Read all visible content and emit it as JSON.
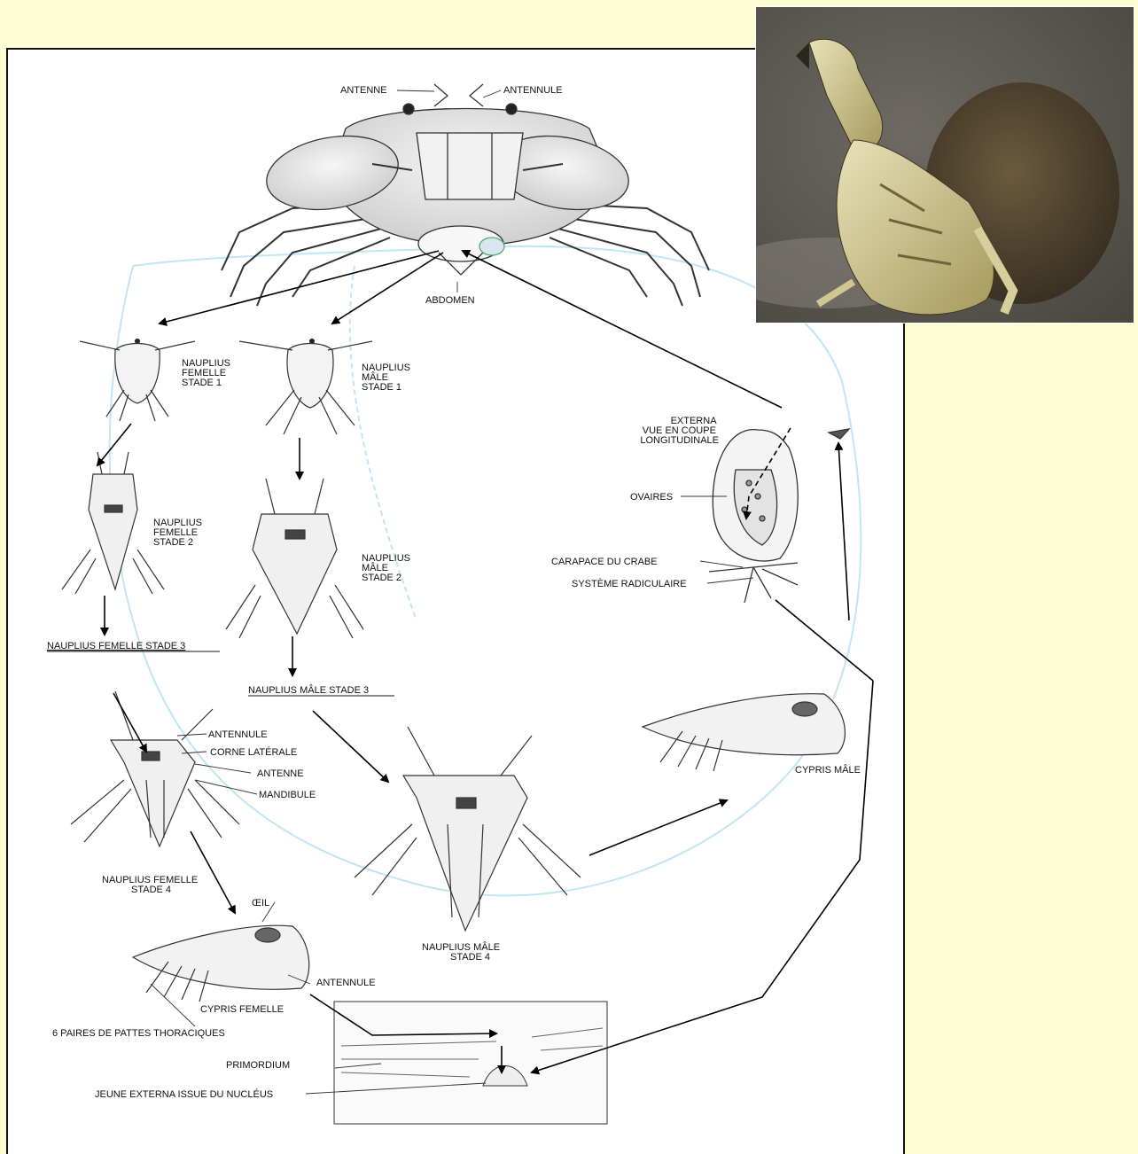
{
  "colors": {
    "page_background": "#fefcd2",
    "panel_background": "#ffffff",
    "cycle_ring": "#bfe6f2",
    "arrow": "#000000"
  },
  "photo": {
    "subject": "parasitized-crab-with-externa-photo"
  },
  "labels": {
    "antenne_top": "ANTENNE",
    "antennule_top": "ANTENNULE",
    "abdomen": "ABDOMEN",
    "nauplius_femelle_1": [
      "NAUPLIUS",
      "FEMELLE",
      "STADE 1"
    ],
    "nauplius_male_1": [
      "NAUPLIUS",
      "MÂLE",
      "STADE 1"
    ],
    "nauplius_femelle_2": [
      "NAUPLIUS",
      "FEMELLE",
      "STADE 2"
    ],
    "nauplius_male_2": [
      "NAUPLIUS",
      "MÂLE",
      "STADE 2"
    ],
    "nauplius_femelle_3": "NAUPLIUS FEMELLE STADE 3",
    "nauplius_male_3": "NAUPLIUS MÂLE STADE 3",
    "antennule_f4": "ANTENNULE",
    "corne_laterale": "CORNE LATÉRALE",
    "antenne_f4": "ANTENNE",
    "mandibule": "MANDIBULE",
    "nauplius_femelle_4": [
      "NAUPLIUS FEMELLE",
      "STADE 4"
    ],
    "nauplius_male_4": [
      "NAUPLIUS MÂLE",
      "STADE 4"
    ],
    "oeil": "ŒIL",
    "antennule_cypris": "ANTENNULE",
    "cypris_femelle": "CYPRIS FEMELLE",
    "pattes": "6 PAIRES DE PATTES THORACIQUES",
    "primordium": "PRIMORDIUM",
    "jeune_externa": "JEUNE EXTERNA ISSUE DU NUCLÉUS",
    "cypris_male": "CYPRIS MÂLE",
    "externa": [
      "EXTERNA",
      "VUE EN COUPE",
      "LONGITUDINALE"
    ],
    "ovaires": "OVAIRES",
    "carapace": "CARAPACE DU CRABE",
    "systeme": "SYSTÈME RADICULAIRE"
  }
}
